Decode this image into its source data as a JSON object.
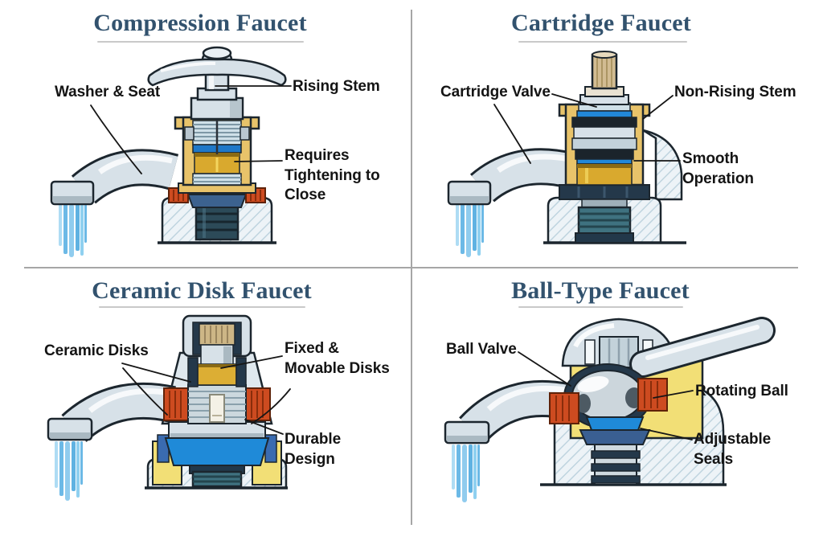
{
  "diagram": {
    "type": "faucet-types-comparison",
    "divider_color": "#a6a6a6",
    "title_color": "#32526e",
    "label_color": "#141414",
    "palette": {
      "chrome": "#d7e1e8",
      "chrome_shadow": "#a7b8c2",
      "brass_housing": "#e8c36a",
      "gold_washer": "#d9a92e",
      "seal_blue": "#1f8ad8",
      "steel_blue": "#3a5f92",
      "accent_red": "#cd4b20",
      "water_blue": "#7cc3e8",
      "teal_thread": "#3f7280",
      "dark_navy": "#24384a",
      "hatch_line": "#bfd4df",
      "tan_stem": "#d2bc92"
    }
  },
  "quadrants": [
    {
      "id": "compression",
      "title": "Compression Faucet",
      "labels": [
        {
          "text": "Washer & Seat"
        },
        {
          "text": "Rising Stem"
        },
        {
          "text": "Requires Tightening to Close"
        }
      ]
    },
    {
      "id": "cartridge",
      "title": "Cartridge Faucet",
      "labels": [
        {
          "text": "Cartridge Valve"
        },
        {
          "text": "Non-Rising Stem"
        },
        {
          "text": "Smooth Operation"
        }
      ]
    },
    {
      "id": "ceramic-disk",
      "title": "Ceramic Disk Faucet",
      "labels": [
        {
          "text": "Ceramic Disks"
        },
        {
          "text": "Fixed & Movable Disks"
        },
        {
          "text": "Durable Design"
        }
      ]
    },
    {
      "id": "ball-type",
      "title": "Ball-Type Faucet",
      "labels": [
        {
          "text": "Ball Valve"
        },
        {
          "text": "Rotating Ball"
        },
        {
          "text": "Adjustable Seals"
        }
      ]
    }
  ]
}
